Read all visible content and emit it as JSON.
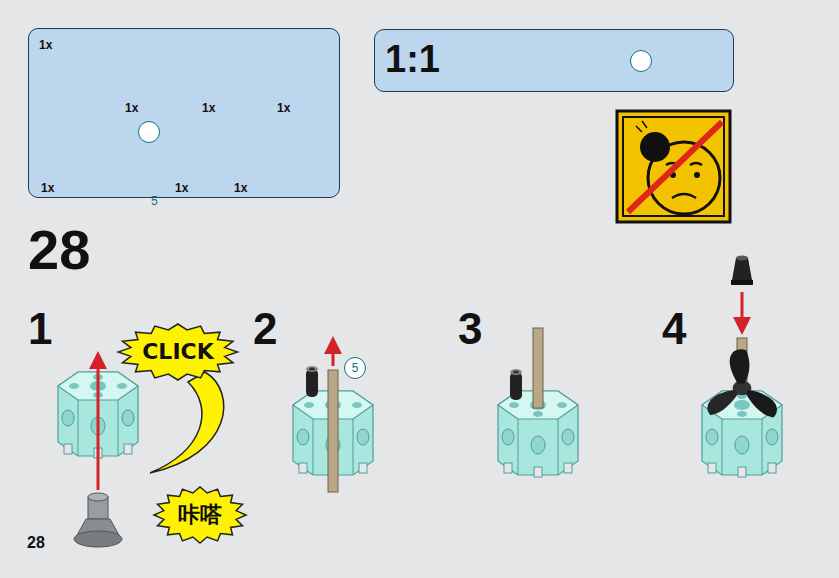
{
  "diagram": {
    "nodes": [
      {
        "text": [
          "1x",
          "1x",
          "1x",
          "1x",
          "1x",
          "1x",
          "1x"
        ]
      },
      {
        "text": [
          "5"
        ],
        "in": 0
      },
      {
        "text": [
          "1:1"
        ]
      },
      {
        "text": [
          "5"
        ],
        "in": 2
      },
      {
        "text": [
          "CLICK"
        ]
      },
      {
        "text": [
          "咔嗒"
        ]
      },
      {
        "text": [
          "5"
        ]
      }
    ],
    "labels": [
      "28",
      "1",
      "2",
      "3",
      "4",
      "28"
    ]
  }
}
